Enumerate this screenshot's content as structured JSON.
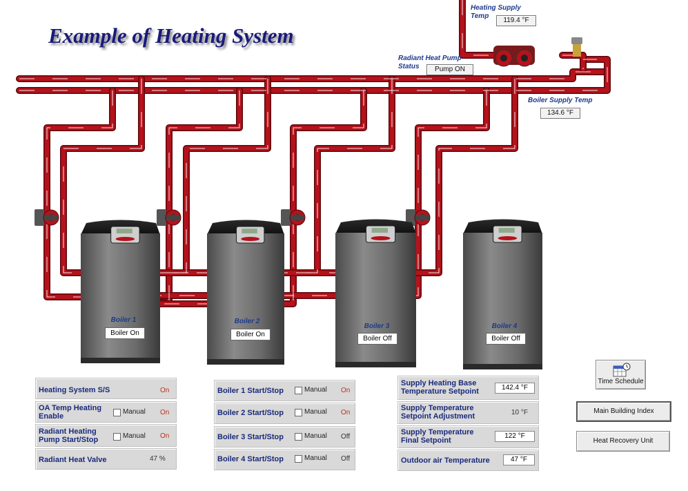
{
  "title": "Example of Heating System",
  "pipes": {
    "heating_supply_label": "Heating Supply Temp",
    "heating_supply_value": "119.4 °F",
    "pump_status_label": "Radiant Heat Pump Status",
    "pump_status_value": "Pump ON",
    "boiler_supply_label": "Boiler Supply Temp",
    "boiler_supply_value": "134.6 °F"
  },
  "boilers": [
    {
      "name": "Boiler 1",
      "status": "Boiler On"
    },
    {
      "name": "Boiler 2",
      "status": "Boiler On"
    },
    {
      "name": "Boiler 3",
      "status": "Boiler Off"
    },
    {
      "name": "Boiler 4",
      "status": "Boiler Off"
    }
  ],
  "system_panel": {
    "rows": [
      {
        "label": "Heating System S/S",
        "value": "On"
      },
      {
        "label": "OA Temp Heating Enable",
        "manual": "Manual",
        "value": "On"
      },
      {
        "label": "Radiant Heating Pump Start/Stop",
        "manual": "Manual",
        "value": "On"
      },
      {
        "label": "Radiant Heat Valve",
        "value": "47 %"
      }
    ]
  },
  "boiler_panel": {
    "rows": [
      {
        "label": "Boiler 1 Start/Stop",
        "manual": "Manual",
        "value": "On"
      },
      {
        "label": "Boiler 2 Start/Stop",
        "manual": "Manual",
        "value": "On"
      },
      {
        "label": "Boiler 3 Start/Stop",
        "manual": "Manual",
        "value": "Off"
      },
      {
        "label": "Boiler 4 Start/Stop",
        "manual": "Manual",
        "value": "Off"
      }
    ]
  },
  "setpoint_panel": {
    "rows": [
      {
        "label": "Supply Heating Base Temperature Setpoint",
        "value": "142.4 °F"
      },
      {
        "label": "Supply Temperature Setpoint Adjustment",
        "value": "10 °F"
      },
      {
        "label": "Supply Temperature Final Setpoint",
        "value": "122 °F"
      },
      {
        "label": "Outdoor air Temperature",
        "value": "47 °F"
      }
    ]
  },
  "nav": {
    "time_schedule": "Time Schedule",
    "main_building": "Main Building Index",
    "heat_recovery": "Heat Recovery Unit"
  },
  "colors": {
    "pipe": "#b5121b",
    "label": "#1f3a8a",
    "on": "#c03020"
  }
}
